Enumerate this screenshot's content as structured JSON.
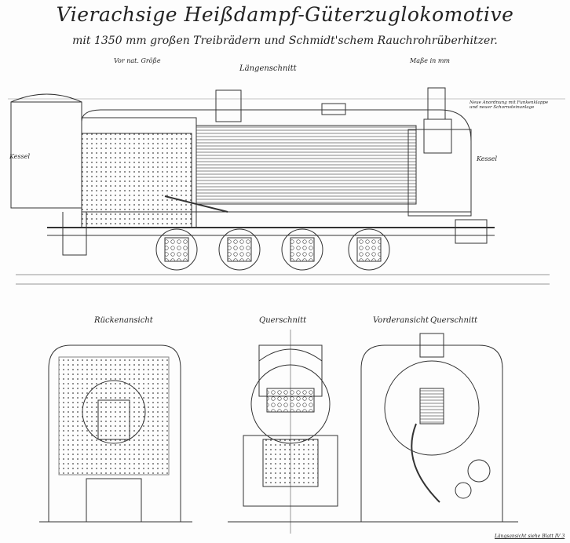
{
  "drawing": {
    "title": "Vierachsige Heißdampf-Güterzuglokomotive",
    "subtitle": "mit 1350 mm großen Treibrädern und Schmidt'schem Rauchrohrüberhitzer.",
    "scale_note": "Vor nat. Größe",
    "units_note": "Maße in mm",
    "views": {
      "longitudinal": "Längenschnitt",
      "rear": "Rückenansicht",
      "cross": "Querschnitt",
      "front": "Vorderansicht",
      "front_cross": "Querschnitt"
    },
    "annotations": {
      "smokebox": "Neue Anordnung mit Funkenklappe und neuer Schornsteinanlage",
      "boiler": "Kessel",
      "left": "Kessel",
      "footer": "Längsansicht siehe Blatt IV 3"
    }
  }
}
